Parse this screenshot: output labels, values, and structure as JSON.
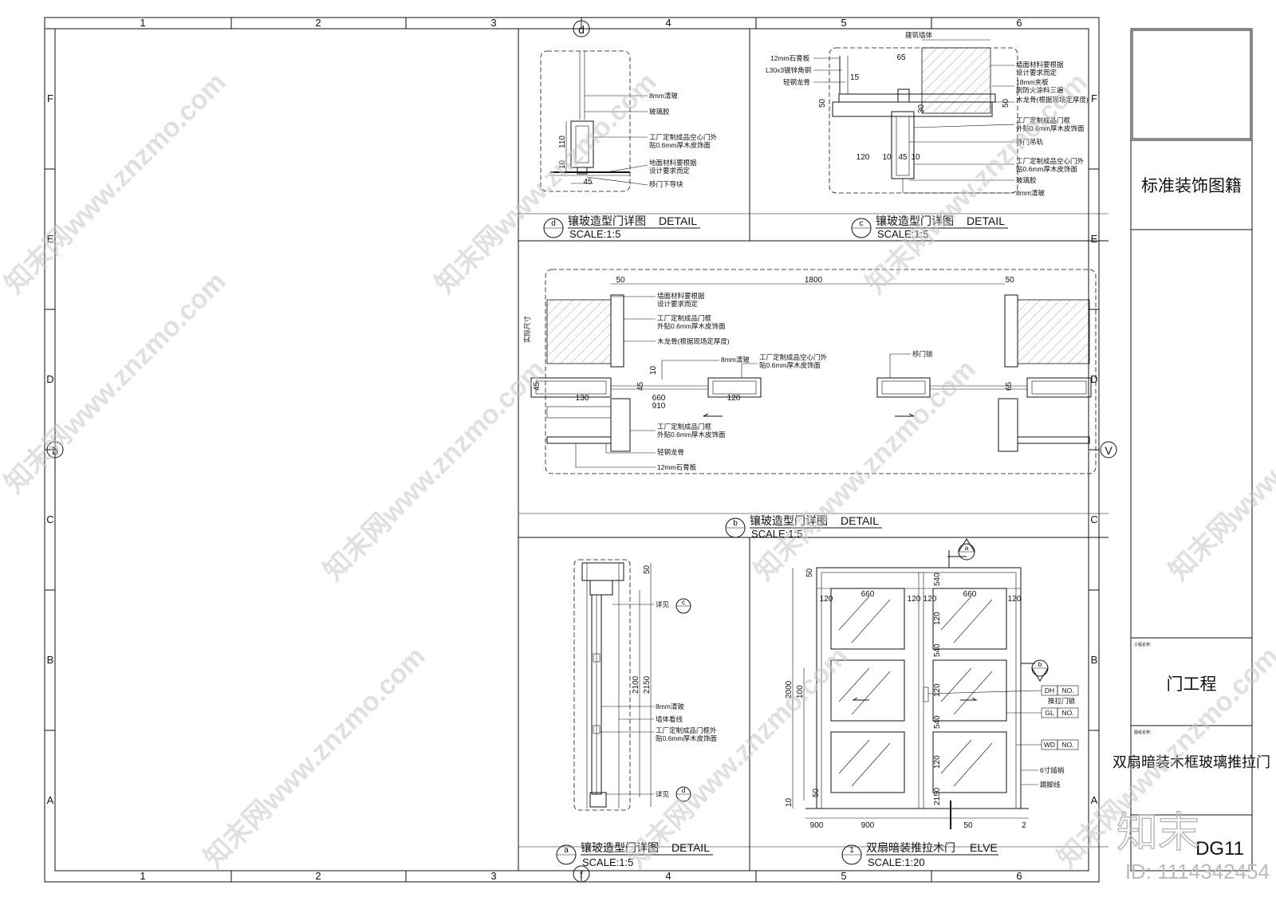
{
  "grid": {
    "columns": [
      "1",
      "2",
      "3",
      "4",
      "5",
      "6"
    ],
    "rows": [
      "F",
      "E",
      "D",
      "C",
      "B",
      "A"
    ],
    "bubbles": {
      "top": "d",
      "bottom": "f",
      "left": "b",
      "right": "V"
    }
  },
  "title_block": {
    "project": "标准装饰图籍",
    "section_label": "工程名称:",
    "section": "门工程",
    "drawing_label": "图纸名称:",
    "drawing": "双扇暗装木框玻璃推拉门",
    "drawing_number": "DG11"
  },
  "views": {
    "d": {
      "tag": "d",
      "title": "镶玻造型门详图",
      "tag_en": "DETAIL",
      "scale": "SCALE:1:5",
      "dims": [
        "110",
        "10",
        "45"
      ],
      "labels": [
        "8mm清玻",
        "玻璃胶",
        "工厂定制成品空心门外",
        "贴0.6mm厚木皮饰面",
        "地面材料要根据",
        "设计要求而定",
        "移门下导块"
      ]
    },
    "c": {
      "tag": "c",
      "title": "镶玻造型门详图",
      "tag_en": "DETAIL",
      "scale": "SCALE:1:5",
      "dims": [
        "65",
        "15",
        "50",
        "50",
        "30",
        "120",
        "10",
        "45",
        "10"
      ],
      "top_label": "建筑墙体",
      "left_labels": [
        "12mm石膏板",
        "L30x3镀锌角钢",
        "轻钢龙骨"
      ],
      "labels": [
        "墙面材料要根据",
        "设计要求而定",
        "18mm夹板",
        "刷防火涂料三遍",
        "木龙骨(根据现场定厚度)",
        "工厂定制成品门框",
        "外贴0.6mm厚木皮饰面",
        "移门吊轨",
        "工厂定制成品空心门外",
        "贴0.6mm厚木皮饰面",
        "玻璃胶",
        "8mm清玻"
      ]
    },
    "b": {
      "tag": "b",
      "title": "镶玻造型门详图",
      "tag_en": "DETAIL",
      "scale": "SCALE:1:5",
      "dims": [
        "50",
        "1800",
        "50",
        "45",
        "10",
        "45",
        "660",
        "910",
        "130",
        "120",
        "65"
      ],
      "side_label": "实际尺寸",
      "labels": [
        "墙面材料要根据",
        "设计要求而定",
        "工厂定制成品门框",
        "外贴0.6mm厚木皮饰面",
        "木龙骨(根据现场定厚度)",
        "8mm清玻",
        "工厂定制成品空心门外",
        "贴0.6mm厚木皮饰面",
        "移门锁",
        "工厂定制成品门框",
        "外贴0.6mm厚木皮饰面",
        "轻钢龙骨",
        "12mm石膏板"
      ]
    },
    "a": {
      "tag": "a",
      "title": "镶玻造型门详图",
      "tag_en": "DETAIL",
      "scale": "SCALE:1:5",
      "dims": [
        "50",
        "2100",
        "2150"
      ],
      "labels": [
        "详见",
        "8mm清玻",
        "墙体看线",
        "工厂定制成品门框外",
        "贴0.6mm厚木皮饰面",
        "详见"
      ],
      "refs": [
        "c",
        "d"
      ]
    },
    "e1": {
      "tag": "1",
      "title": "双扇暗装推拉木门",
      "tag_en": "ELVE",
      "scale": "SCALE:1:20",
      "dims": [
        "50",
        "660",
        "660",
        "120",
        "120",
        "120",
        "120",
        "540",
        "120",
        "540",
        "120",
        "540",
        "120",
        "2150",
        "2000",
        "100",
        "10",
        "50",
        "900",
        "900",
        "50",
        "2"
      ],
      "tags": [
        {
          "code": "DH",
          "no": "NO."
        },
        {
          "code": "GL",
          "no": "NO."
        },
        {
          "code": "WD",
          "no": "NO."
        }
      ],
      "labels": [
        "推拉门锁",
        "6寸插销",
        "踢脚线"
      ],
      "callouts": [
        "a",
        "b"
      ]
    }
  },
  "watermark": {
    "text": "知末网www.znzmo.com",
    "logo": "知末",
    "id": "ID: 1114342454"
  }
}
